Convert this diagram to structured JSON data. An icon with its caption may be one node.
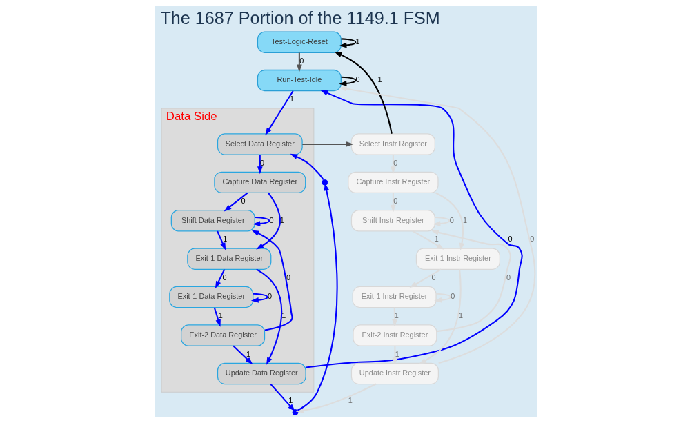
{
  "diagram": {
    "title": "The 1687 Portion of the 1149.1 FSM",
    "nodes": [
      {
        "text": [
          "Test-Logic-Reset"
        ]
      },
      {
        "text": [
          "Run-Test-Idle"
        ]
      },
      {
        "text": [
          "Data Side"
        ]
      },
      {
        "text": [
          "Select Data Register"
        ],
        "in": 2
      },
      {
        "text": [
          "Capture Data Register"
        ],
        "in": 2
      },
      {
        "text": [
          "Shift Data Register"
        ],
        "in": 2
      },
      {
        "text": [
          "Exit-1 Data Register"
        ],
        "in": 2
      },
      {
        "text": [
          "Exit-1 Data Register"
        ],
        "in": 2
      },
      {
        "text": [
          "Exit-2 Data Register"
        ],
        "in": 2
      },
      {
        "text": [
          "Update Data Register"
        ],
        "in": 2
      },
      {
        "text": [
          "Select Instr Register"
        ]
      },
      {
        "text": [
          "Capture Instr Register"
        ]
      },
      {
        "text": [
          "Shift Instr Register"
        ]
      },
      {
        "text": [
          "Exit-1 Instr Register"
        ]
      },
      {
        "text": [
          "Exit-1 Instr Register"
        ]
      },
      {
        "text": [
          "Exit-2 Instr Register"
        ]
      },
      {
        "text": [
          "Update Instr Register"
        ]
      },
      {
        "text": [],
        "shape": "circle"
      },
      {
        "text": [],
        "shape": "circle"
      }
    ],
    "edges": [
      {
        "from": 0,
        "to": 0,
        "arrow": "to",
        "label": "1",
        "color": "#000000"
      },
      {
        "from": 0,
        "to": 1,
        "arrow": "to",
        "label": "0",
        "color": "#555555"
      },
      {
        "from": 1,
        "to": 1,
        "arrow": "to",
        "label": "0",
        "color": "#000000"
      },
      {
        "from": 1,
        "to": 3,
        "arrow": "to",
        "label": "1"
      },
      {
        "from": 3,
        "to": 4,
        "arrow": "to",
        "label": "0"
      },
      {
        "from": 3,
        "to": 10,
        "arrow": "to",
        "color": "#555555"
      },
      {
        "from": 10,
        "to": 0,
        "arrow": "to",
        "label": "1",
        "color": "#000000"
      },
      {
        "from": 4,
        "to": 5,
        "arrow": "to",
        "label": "0"
      },
      {
        "from": 4,
        "to": 6,
        "arrow": "to",
        "label": "1"
      },
      {
        "from": 5,
        "to": 5,
        "arrow": "to",
        "label": "0"
      },
      {
        "from": 5,
        "to": 6,
        "arrow": "to",
        "label": "1"
      },
      {
        "from": 6,
        "to": 7,
        "arrow": "to",
        "label": "0"
      },
      {
        "from": 6,
        "to": 9,
        "arrow": "to",
        "label": "1"
      },
      {
        "from": 7,
        "to": 7,
        "arrow": "to",
        "label": "0"
      },
      {
        "from": 7,
        "to": 8,
        "arrow": "to",
        "label": "1"
      },
      {
        "from": 8,
        "to": 5,
        "arrow": "to",
        "label": "0"
      },
      {
        "from": 8,
        "to": 9,
        "arrow": "to",
        "label": "1"
      },
      {
        "from": 9,
        "to": 18,
        "arrow": "to",
        "label": "1"
      },
      {
        "from": 18,
        "to": 17,
        "arrow": "to"
      },
      {
        "from": 17,
        "to": 3,
        "arrow": "to"
      },
      {
        "from": 9,
        "to": 1,
        "arrow": "to",
        "label": "0"
      },
      {
        "from": 10,
        "to": 11,
        "arrow": "to",
        "label": "0",
        "color": "#dddddd"
      },
      {
        "from": 11,
        "to": 12,
        "arrow": "to",
        "label": "0",
        "color": "#dddddd"
      },
      {
        "from": 11,
        "to": 13,
        "arrow": "to",
        "label": "1",
        "color": "#dddddd"
      },
      {
        "from": 12,
        "to": 12,
        "arrow": "to",
        "label": "0",
        "color": "#dddddd"
      },
      {
        "from": 12,
        "to": 13,
        "arrow": "to",
        "label": "1",
        "color": "#dddddd"
      },
      {
        "from": 13,
        "to": 14,
        "arrow": "to",
        "label": "0",
        "color": "#dddddd"
      },
      {
        "from": 13,
        "to": 16,
        "arrow": "to",
        "label": "1",
        "color": "#dddddd"
      },
      {
        "from": 14,
        "to": 14,
        "arrow": "to",
        "label": "0",
        "color": "#dddddd"
      },
      {
        "from": 14,
        "to": 15,
        "arrow": "to",
        "label": "1",
        "color": "#dddddd"
      },
      {
        "from": 15,
        "to": 12,
        "arrow": "to",
        "label": "0",
        "color": "#dddddd"
      },
      {
        "from": 15,
        "to": 16,
        "arrow": "to",
        "label": "1",
        "color": "#dddddd"
      },
      {
        "from": 16,
        "to": 18,
        "arrow": "to",
        "label": "1",
        "color": "#dddddd"
      },
      {
        "from": 16,
        "to": 1,
        "arrow": "to",
        "label": "0",
        "color": "#dddddd"
      }
    ]
  }
}
